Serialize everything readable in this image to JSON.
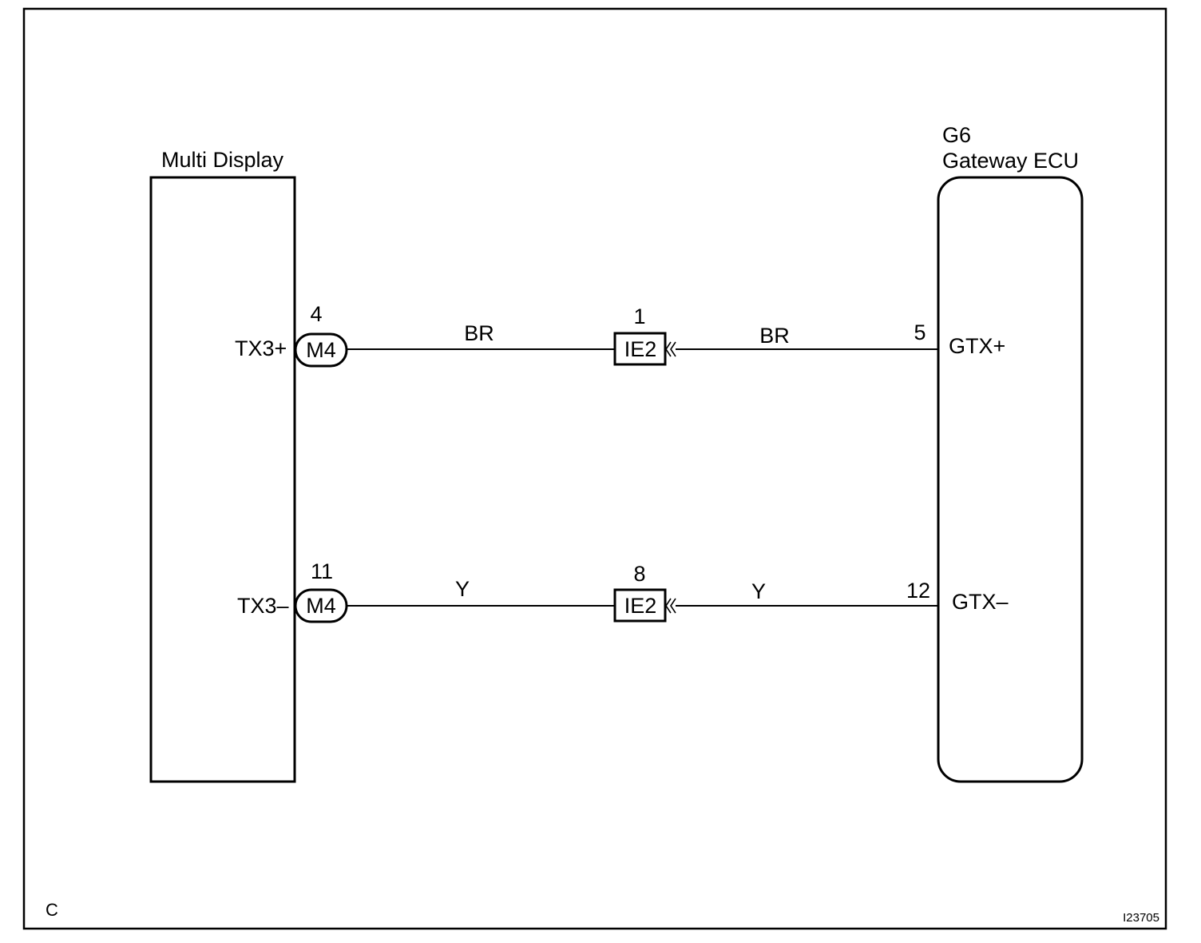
{
  "diagram": {
    "corner_code": "C",
    "figure_code": "I23705",
    "colors": {
      "line": "#000000",
      "background": "#ffffff"
    },
    "left_component": {
      "name": "Multi Display"
    },
    "right_component": {
      "code": "G6",
      "name": "Gateway ECU"
    },
    "circuits": [
      {
        "left_terminal": "TX3+",
        "left_connector": "M4",
        "left_pin": "4",
        "left_wire_color": "BR",
        "junction": "IE2",
        "junction_pin": "1",
        "right_wire_color": "BR",
        "right_pin": "5",
        "right_terminal": "GTX+"
      },
      {
        "left_terminal": "TX3–",
        "left_connector": "M4",
        "left_pin": "11",
        "left_wire_color": "Y",
        "junction": "IE2",
        "junction_pin": "8",
        "right_wire_color": "Y",
        "right_pin": "12",
        "right_terminal": "GTX–"
      }
    ]
  }
}
